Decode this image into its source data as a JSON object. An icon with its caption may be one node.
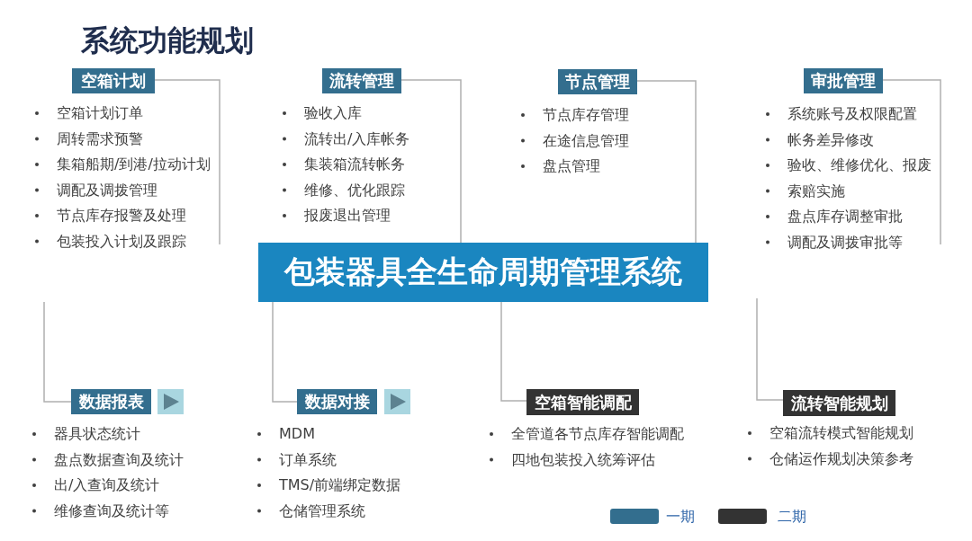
{
  "diagram": {
    "title": "系统功能规划",
    "nodes": [
      {
        "text": [
          "包装器具全生命周期管理系统"
        ]
      },
      {
        "text": [
          "空箱计划"
        ],
        "beside": [
          "空箱计划订单",
          "周转需求预警",
          "集箱船期/到港/拉动计划",
          "调配及调拨管理",
          "节点库存报警及处理",
          "包装投入计划及跟踪"
        ]
      },
      {
        "text": [
          "流转管理"
        ],
        "beside": [
          "验收入库",
          "流转出/入库帐务",
          "集装箱流转帐务",
          "维修、优化跟踪",
          "报废退出管理"
        ]
      },
      {
        "text": [
          "节点管理"
        ],
        "beside": [
          "节点库存管理",
          "在途信息管理",
          "盘点管理"
        ]
      },
      {
        "text": [
          "审批管理"
        ],
        "beside": [
          "系统账号及权限配置",
          "帐务差异修改",
          "验收、维修优化、报废",
          "索赔实施",
          "盘点库存调整审批",
          "调配及调拨审批等"
        ]
      },
      {
        "text": [
          "数据报表"
        ],
        "beside": [
          "器具状态统计",
          "盘点数据查询及统计",
          "出/入查询及统计",
          "维修查询及统计等"
        ]
      },
      {
        "text": [
          "数据对接"
        ],
        "beside": [
          "MDM",
          "订单系统",
          "TMS/前端绑定数据",
          "仓储管理系统"
        ]
      },
      {
        "text": [
          "空箱智能调配"
        ],
        "beside": [
          "全管道各节点库存智能调配",
          "四地包装投入统筹评估"
        ]
      },
      {
        "text": [
          "流转智能规划"
        ],
        "beside": [
          "空箱流转模式智能规划",
          "仓储运作规划决策参考"
        ]
      }
    ],
    "edges": [
      {
        "from": 0,
        "to": 2,
        "arrow": "none"
      },
      {
        "from": 0,
        "to": 3,
        "arrow": "none"
      },
      {
        "from": 0,
        "to": 6,
        "arrow": "none"
      },
      {
        "from": 0,
        "to": 7,
        "arrow": "none"
      }
    ],
    "legend": [
      {
        "text": "一期",
        "color": "#336e8e"
      },
      {
        "text": "二期",
        "color": "#333333"
      }
    ]
  }
}
